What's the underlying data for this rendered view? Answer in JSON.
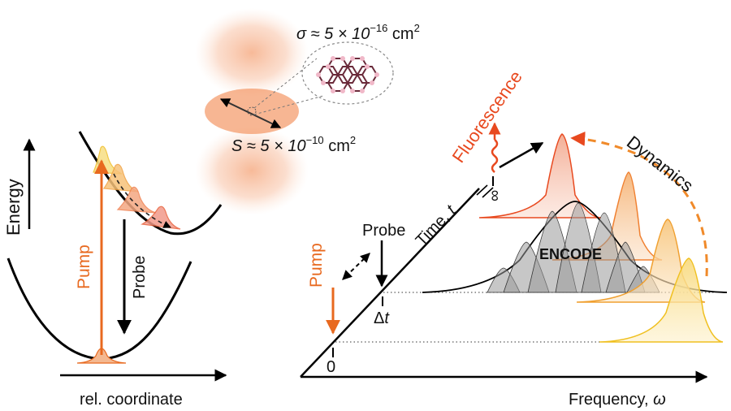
{
  "left_diagram": {
    "y_axis_label": "Energy",
    "x_axis_label": "rel. coordinate",
    "pump_label": "Pump",
    "probe_label": "Probe"
  },
  "beam": {
    "cross_section_prefix": "σ ≈ 5 × 10",
    "cross_section_exp": "−16",
    "cross_section_unit": " cm",
    "cross_section_sq": "2",
    "spot_prefix": "S ≈ 5 × 10",
    "spot_exp": "−10",
    "spot_unit": " cm",
    "spot_sq": "2"
  },
  "right_diagram": {
    "time_axis_label": "Time, ",
    "time_axis_symbol": "t",
    "freq_axis_label": "Frequency, ",
    "freq_axis_symbol": "ω",
    "pump_label": "Pump",
    "probe_label": "Probe",
    "tick_zero": "0",
    "tick_delta": "Δ",
    "tick_delta_symbol": "t",
    "tick_inf": "∞",
    "fluorescence_label": "Fluorescence",
    "dynamics_label": "Dynamics",
    "encode_label": "ENCODE"
  },
  "colors": {
    "pump": "#e8691f",
    "fluorescence": "#e8491f",
    "dynamics": "#f09030",
    "axis": "#000000"
  }
}
